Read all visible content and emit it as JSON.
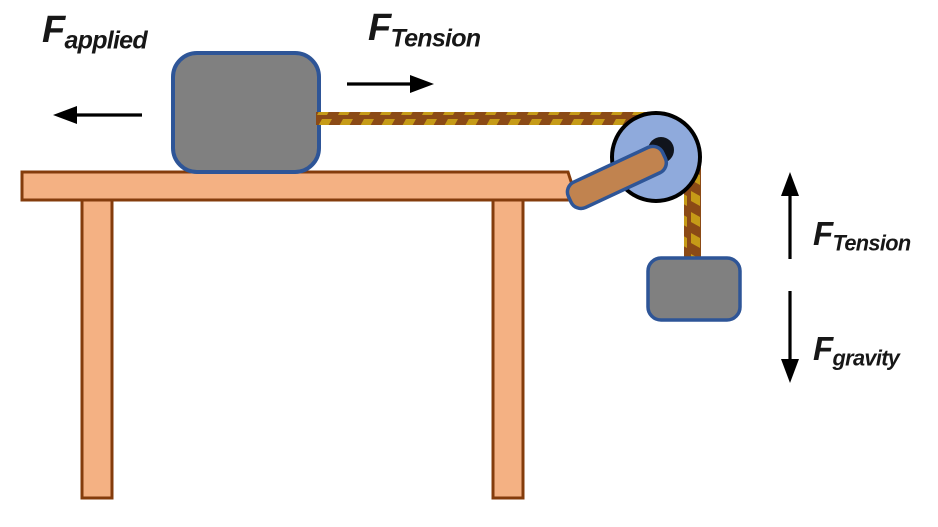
{
  "figure": {
    "description": "Physics diagram of a block on a table connected by a rope over a pulley to a hanging block, with force arrows",
    "background": "#ffffff"
  },
  "colors": {
    "table_fill": "#F4B183",
    "table_stroke": "#843C0C",
    "block_fill": "#808080",
    "block_stroke": "#2E5597",
    "pulley_fill": "#8FAADC",
    "pulley_stroke": "#000000",
    "axle_fill": "#10141c",
    "bracket_fill": "#C1834F",
    "bracket_stroke": "#2E5597",
    "rope_brown": "#8B4A16",
    "rope_gold": "#C69B17",
    "arrow_color": "#000000",
    "label_color": "#171717"
  },
  "labels": {
    "applied": {
      "symbol": "F",
      "subscript": "applied"
    },
    "tension_top": {
      "symbol": "F",
      "subscript": "Tension"
    },
    "tension_right": {
      "symbol": "F",
      "subscript": "Tension"
    },
    "gravity": {
      "symbol": "F",
      "subscript": "gravity"
    }
  },
  "arrows": [
    {
      "name": "applied-force-arrow",
      "direction": "left",
      "label": "F applied"
    },
    {
      "name": "tension-horizontal-arrow",
      "direction": "right",
      "label": "F Tension"
    },
    {
      "name": "tension-vertical-arrow",
      "direction": "up",
      "label": "F Tension"
    },
    {
      "name": "gravity-arrow",
      "direction": "down",
      "label": "F gravity"
    }
  ],
  "objects": [
    "table",
    "block-on-table",
    "rope",
    "pulley",
    "pulley-bracket",
    "hanging-block"
  ]
}
